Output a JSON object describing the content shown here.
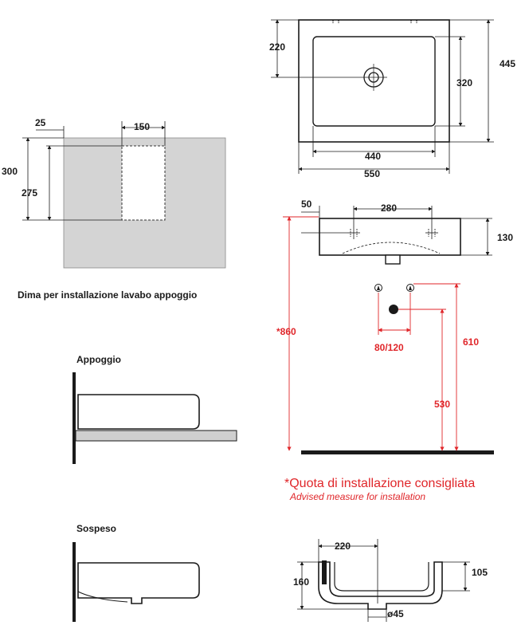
{
  "template": {
    "caption": "Dima per installazione lavabo appoggio",
    "dims": {
      "offset": "25",
      "cut_width": "150",
      "height": "300",
      "cut_height": "275"
    }
  },
  "top_view": {
    "dims": {
      "inner_depth": "220",
      "outer_depth": "445",
      "bowl_depth": "320",
      "bowl_width": "440",
      "outer_width": "550"
    }
  },
  "front_view": {
    "dims": {
      "tap_offset": "50",
      "tap_spacing": "280",
      "height": "130"
    }
  },
  "install": {
    "dims": {
      "recommended_height": "*860",
      "supply_spacing": "80/120",
      "supply_height": "610",
      "drain_height": "530"
    },
    "colors": {
      "black": "#1a1a1a",
      "red": "#e0262a",
      "template_fill": "#d4d4d4",
      "shelf_fill": "#cfcfcf"
    }
  },
  "notes": {
    "italian": "*Quota di installazione consigliata",
    "english": "Advised measure for installation"
  },
  "side_views": {
    "countertop_label": "Appoggio",
    "wall_hung_label": "Sospeso"
  },
  "section_view": {
    "dims": {
      "width": "220",
      "height": "160",
      "depth": "105",
      "drain_diameter": "ø45"
    }
  }
}
